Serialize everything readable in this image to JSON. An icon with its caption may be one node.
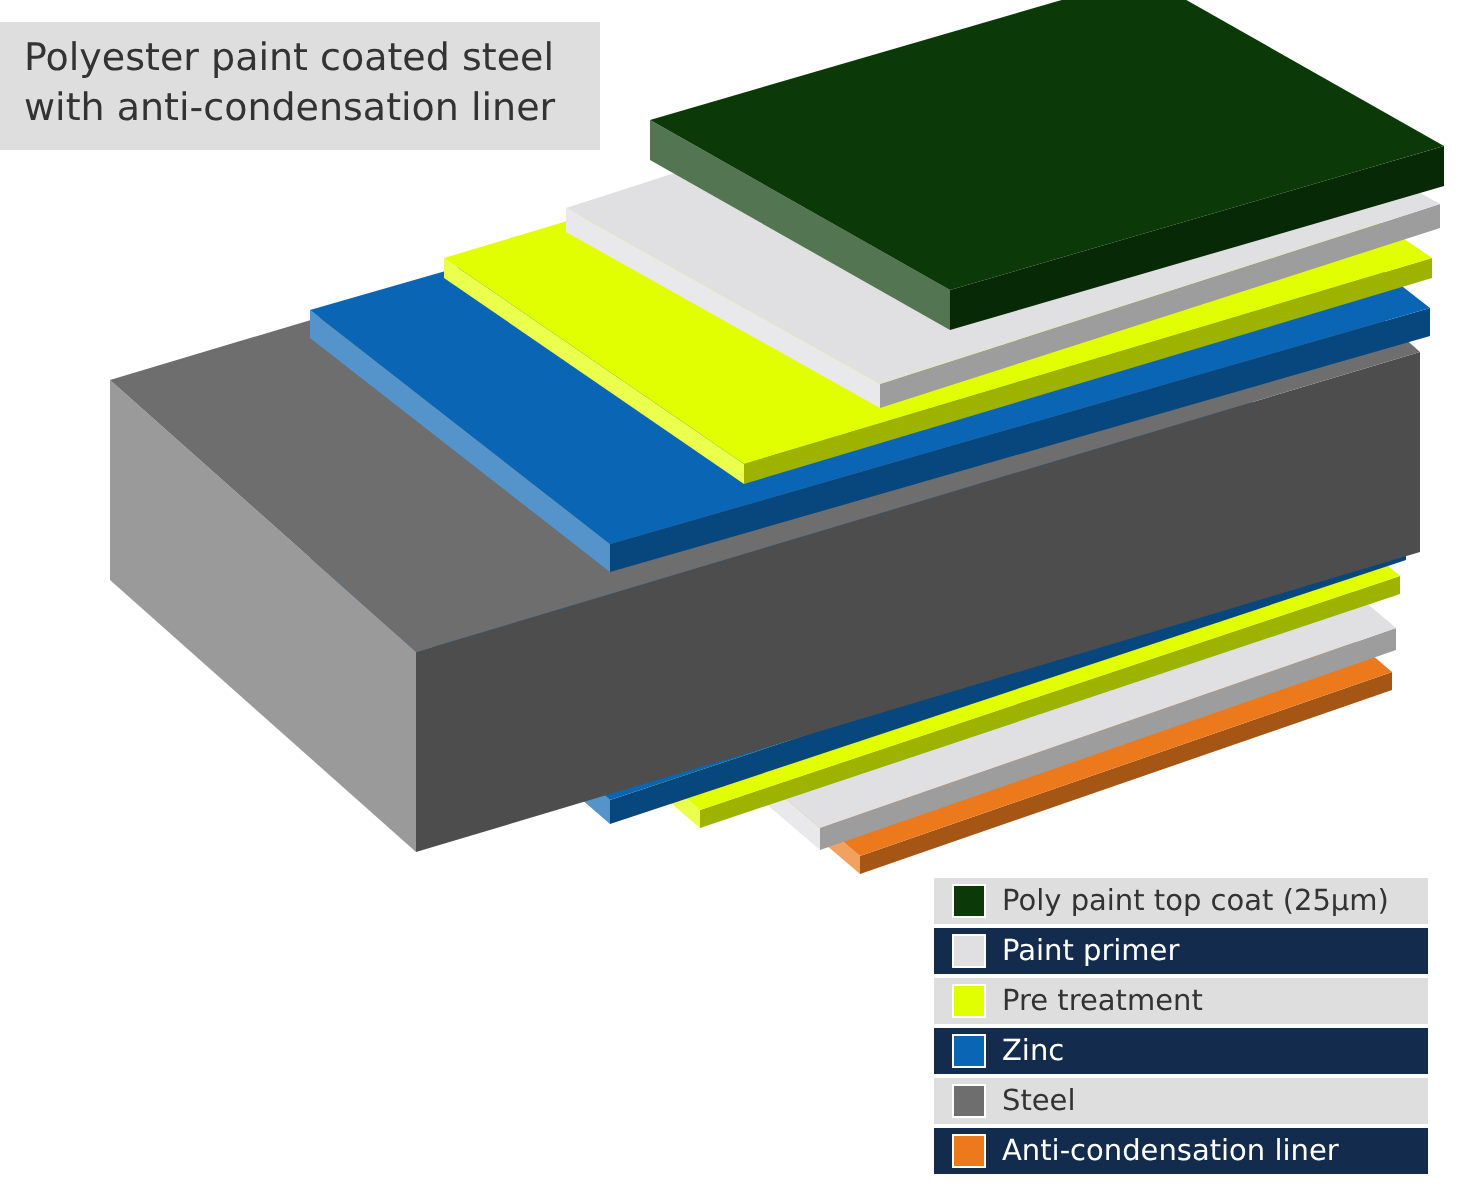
{
  "diagram": {
    "title": "Polyester paint coated steel with anti-condensation liner",
    "legend": [
      {
        "text": "Poly paint top coat (25µm)",
        "color": "#0b3a08"
      },
      {
        "text": "Paint primer",
        "color": "#e0e0e2"
      },
      {
        "text": "Pre treatment",
        "color": "#e2ff00"
      },
      {
        "text": "Zinc",
        "color": "#0a66b4"
      },
      {
        "text": "Steel",
        "color": "#6e6e6e"
      },
      {
        "text": "Anti-condensation liner",
        "color": "#ec7a1c"
      }
    ]
  }
}
